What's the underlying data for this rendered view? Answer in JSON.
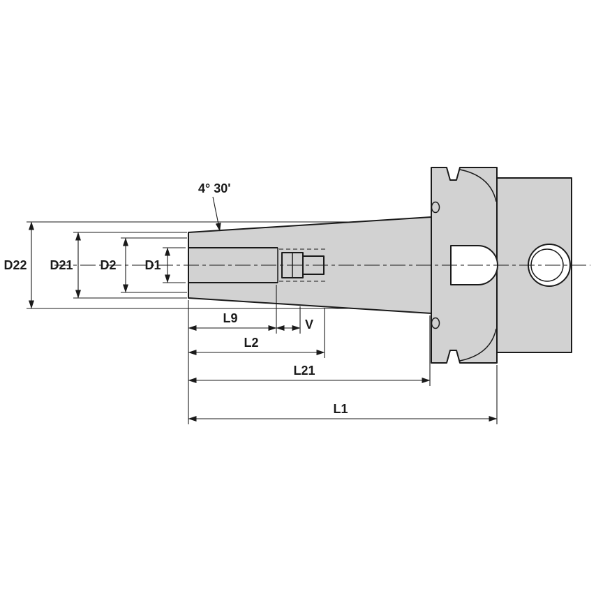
{
  "drawing": {
    "type": "technical-dimension-diagram",
    "subject": "shrink-fit HSK tool holder side view",
    "labels": {
      "angle": "4° 30'",
      "d22": "D22",
      "d21": "D21",
      "d2": "D2",
      "d1": "D1",
      "l9": "L9",
      "v": "V",
      "l2": "L2",
      "l21": "L21",
      "l1": "L1"
    },
    "colors": {
      "background": "#ffffff",
      "line": "#1a1a1a",
      "part_fill": "#d2d2d2",
      "hole_fill": "#ffffff"
    }
  }
}
